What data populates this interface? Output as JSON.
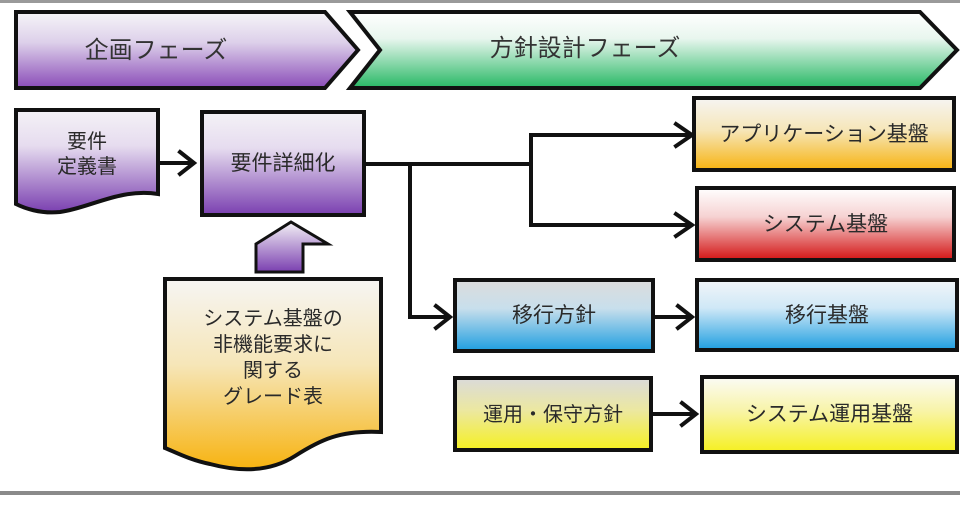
{
  "phases": [
    {
      "label": "企画フェーズ",
      "color": "#8e50b8"
    },
    {
      "label": "方針設計フェーズ",
      "color": "#2fbf6a"
    }
  ],
  "nodes": {
    "requirements_doc": {
      "label": "要件\n定義書",
      "color": "#7a3fb0"
    },
    "requirements_detail": {
      "label": "要件詳細化",
      "color": "#7a3fb0"
    },
    "grade_table": {
      "label": "システム基盤の\n非機能要求に\n関する\nグレード表",
      "color": "#f8b81c"
    },
    "application_platform": {
      "label": "アプリケーション基盤",
      "color": "#f8c020"
    },
    "system_platform": {
      "label": "システム基盤",
      "color": "#d81818"
    },
    "migration_policy": {
      "label": "移行方針",
      "color": "#1e9ee0"
    },
    "migration_platform": {
      "label": "移行基盤",
      "color": "#1e9ee0"
    },
    "ops_policy": {
      "label": "運用・保守方針",
      "color": "#f5f020"
    },
    "system_ops_platform": {
      "label": "システム運用基盤",
      "color": "#f5f020"
    }
  }
}
